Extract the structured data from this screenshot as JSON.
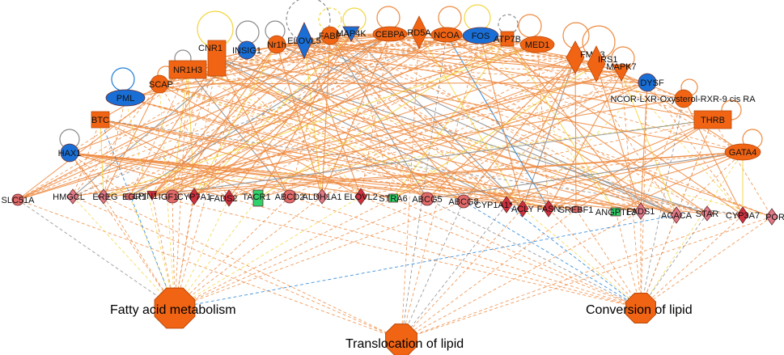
{
  "colors": {
    "orange": "#f06414",
    "orange_dark": "#b84a0a",
    "blue": "#1a6fd6",
    "red": "#d0303e",
    "pink": "#e07a88",
    "salmon": "#e06a6a",
    "green": "#2ed26a",
    "edge_orange": "#ee8a40",
    "edge_yellow": "#f3d640",
    "edge_gray": "#8a8a8a",
    "edge_blue": "#1f7fd6"
  },
  "regulators": [
    {
      "id": "nr1h3",
      "label": "NR1H3",
      "shape": "rect",
      "color": "orange"
    },
    {
      "id": "cnr1",
      "label": "CNR1",
      "shape": "rect",
      "color": "orange"
    },
    {
      "id": "insig1",
      "label": "INSIG1",
      "shape": "circle",
      "color": "blue"
    },
    {
      "id": "nr1h",
      "label": "Nr1h",
      "shape": "circle",
      "color": "orange"
    },
    {
      "id": "elovl5",
      "label": "ELOVL5",
      "shape": "diamond",
      "color": "blue"
    },
    {
      "id": "fabp",
      "label": "FABP",
      "shape": "circle",
      "color": "orange"
    },
    {
      "id": "map4k",
      "label": "MAP4K",
      "shape": "vtri",
      "color": "blue"
    },
    {
      "id": "cebpa",
      "label": "CEBPA",
      "shape": "ellipse",
      "color": "orange"
    },
    {
      "id": "rd5a",
      "label": "RD5A",
      "shape": "diamond",
      "color": "orange"
    },
    {
      "id": "ncoa",
      "label": "NCOA",
      "shape": "ellipse",
      "color": "orange"
    },
    {
      "id": "fos",
      "label": "FOS",
      "shape": "ellipse",
      "color": "blue"
    },
    {
      "id": "atp7b",
      "label": "ATP7B",
      "shape": "rect",
      "color": "orange"
    },
    {
      "id": "med1",
      "label": "MED1",
      "shape": "ellipse",
      "color": "orange"
    },
    {
      "id": "fmo3",
      "label": "FMO3",
      "shape": "diamond",
      "color": "orange"
    },
    {
      "id": "irs1",
      "label": "IRS1",
      "shape": "diamond",
      "color": "orange"
    },
    {
      "id": "mapk7",
      "label": "MAPK7",
      "shape": "vtri",
      "color": "orange"
    },
    {
      "id": "dysf",
      "label": "DYSF",
      "shape": "circle",
      "color": "blue"
    },
    {
      "id": "ncor",
      "label": "NCOR-LXR-Oxysterol-RXR-9 cis RA",
      "shape": "circle",
      "color": "orange"
    },
    {
      "id": "scap",
      "label": "SCAP",
      "shape": "circle",
      "color": "orange"
    },
    {
      "id": "pml",
      "label": "PML",
      "shape": "ellipse",
      "color": "blue"
    },
    {
      "id": "btc",
      "label": "BTC",
      "shape": "rect",
      "color": "orange"
    },
    {
      "id": "hax1",
      "label": "HAX1",
      "shape": "circle",
      "color": "blue"
    },
    {
      "id": "thrb",
      "label": "THRB",
      "shape": "rect",
      "color": "orange"
    },
    {
      "id": "gata4",
      "label": "GATA4",
      "shape": "ellipse",
      "color": "orange"
    }
  ],
  "genes": [
    {
      "id": "slc51a",
      "label": "SLC51A",
      "shape": "circle",
      "color": "salmon"
    },
    {
      "id": "hmgcl",
      "label": "HMGCL",
      "shape": "diamond",
      "color": "pink"
    },
    {
      "id": "ereg",
      "label": "EREG",
      "shape": "diamond",
      "color": "pink"
    },
    {
      "id": "egr1",
      "label": "EGR1",
      "shape": "ellipse",
      "color": "salmon"
    },
    {
      "id": "lpin1",
      "label": "LPIN1",
      "shape": "vtri",
      "color": "red"
    },
    {
      "id": "igf1",
      "label": "IGF1",
      "shape": "circle",
      "color": "salmon"
    },
    {
      "id": "cyp7a1",
      "label": "CYP7A1",
      "shape": "diamond",
      "color": "red"
    },
    {
      "id": "fads2",
      "label": "FADS2",
      "shape": "diamond",
      "color": "red"
    },
    {
      "id": "tacr1",
      "label": "TACR1",
      "shape": "rect",
      "color": "green"
    },
    {
      "id": "abcd2",
      "label": "ABCD2",
      "shape": "circle",
      "color": "salmon"
    },
    {
      "id": "aldh1a1",
      "label": "ALDH1A1",
      "shape": "diamond",
      "color": "pink"
    },
    {
      "id": "elovl2",
      "label": "ELOVL2",
      "shape": "diamond",
      "color": "red"
    },
    {
      "id": "stra6",
      "label": "STRA6",
      "shape": "rect",
      "color": "green"
    },
    {
      "id": "abcg5",
      "label": "ABCG5",
      "shape": "circle",
      "color": "salmon"
    },
    {
      "id": "abcg8",
      "label": "ABCG8",
      "shape": "circle",
      "color": "salmon"
    },
    {
      "id": "cyp1a1",
      "label": "CYP1A1*",
      "shape": "diamond",
      "color": "red"
    },
    {
      "id": "acly",
      "label": "ACLY",
      "shape": "diamond",
      "color": "red"
    },
    {
      "id": "fasn",
      "label": "FASN",
      "shape": "diamond",
      "color": "red"
    },
    {
      "id": "srebf1",
      "label": "SREBF1",
      "shape": "ellipse",
      "color": "salmon"
    },
    {
      "id": "angptl3",
      "label": "ANGPTL3",
      "shape": "rect",
      "color": "green"
    },
    {
      "id": "fads1",
      "label": "FADS1",
      "shape": "diamond",
      "color": "pink"
    },
    {
      "id": "acaca",
      "label": "ACACA",
      "shape": "diamond",
      "color": "pink"
    },
    {
      "id": "star",
      "label": "STAR",
      "shape": "diamond",
      "color": "pink"
    },
    {
      "id": "cyp3a7",
      "label": "CYP3A7",
      "shape": "diamond",
      "color": "red"
    },
    {
      "id": "por",
      "label": "POR",
      "shape": "diamond",
      "color": "pink"
    }
  ],
  "functions": [
    {
      "id": "fam",
      "label": "Fatty acid metabolism"
    },
    {
      "id": "col",
      "label": "Conversion of lipid"
    },
    {
      "id": "tol",
      "label": "Translocation of lipid"
    }
  ]
}
